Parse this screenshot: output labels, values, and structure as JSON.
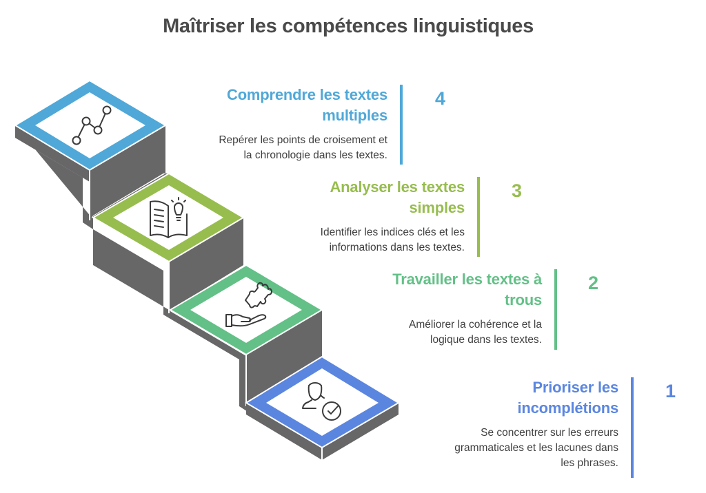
{
  "title": "Maîtriser les compétences linguistiques",
  "colors": {
    "step4": "#4fa8d8",
    "step3": "#97bd4f",
    "step2": "#63c087",
    "step1": "#5b86e0",
    "stair_face": "#676767",
    "text_dark": "#3f3f3f"
  },
  "steps": [
    {
      "number": "4",
      "heading_line1": "Comprendre les textes",
      "heading_line2": "multiples",
      "desc_line1": "Repérer les points de croisement et",
      "desc_line2": "la chronologie dans les textes.",
      "desc_line3": "",
      "icon": "line-chart-nodes-icon"
    },
    {
      "number": "3",
      "heading_line1": "Analyser les textes",
      "heading_line2": "simples",
      "desc_line1": "Identifier les indices clés et les",
      "desc_line2": "informations dans les textes.",
      "desc_line3": "",
      "icon": "open-book-lightbulb-icon"
    },
    {
      "number": "2",
      "heading_line1": "Travailler les textes à",
      "heading_line2": "trous",
      "desc_line1": "Améliorer la cohérence et la",
      "desc_line2": "logique dans les textes.",
      "desc_line3": "",
      "icon": "hand-puzzle-piece-icon"
    },
    {
      "number": "1",
      "heading_line1": "Prioriser les",
      "heading_line2": "incomplétions",
      "desc_line1": "Se concentrer sur les erreurs",
      "desc_line2": "grammaticales et les lacunes dans",
      "desc_line3": "les phrases.",
      "icon": "person-checkmark-icon"
    }
  ]
}
